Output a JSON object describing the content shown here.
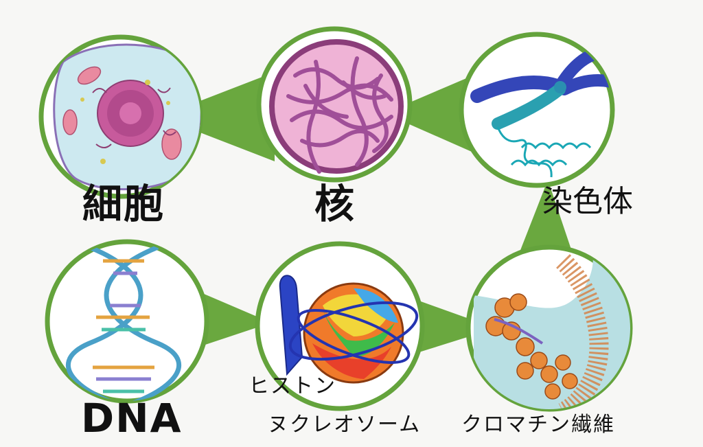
{
  "labels": {
    "cell": "細胞",
    "nucleus": "核",
    "chromosome": "染色体",
    "dna": "DNA",
    "histone": "ヒストン",
    "nucleosome": "ヌクレオソーム",
    "chromatin": "クロマチン繊維"
  },
  "colors": {
    "ring": "#64a33c",
    "arrow": "#6aa83f",
    "background": "#f7f7f5"
  },
  "icons": {
    "cell": "animal-cell-icon",
    "nucleus": "nucleus-icon",
    "chromosome": "chromosome-icon",
    "dna": "dna-helix-icon",
    "nucleosome": "nucleosome-icon",
    "chromatin": "chromatin-fiber-icon"
  }
}
